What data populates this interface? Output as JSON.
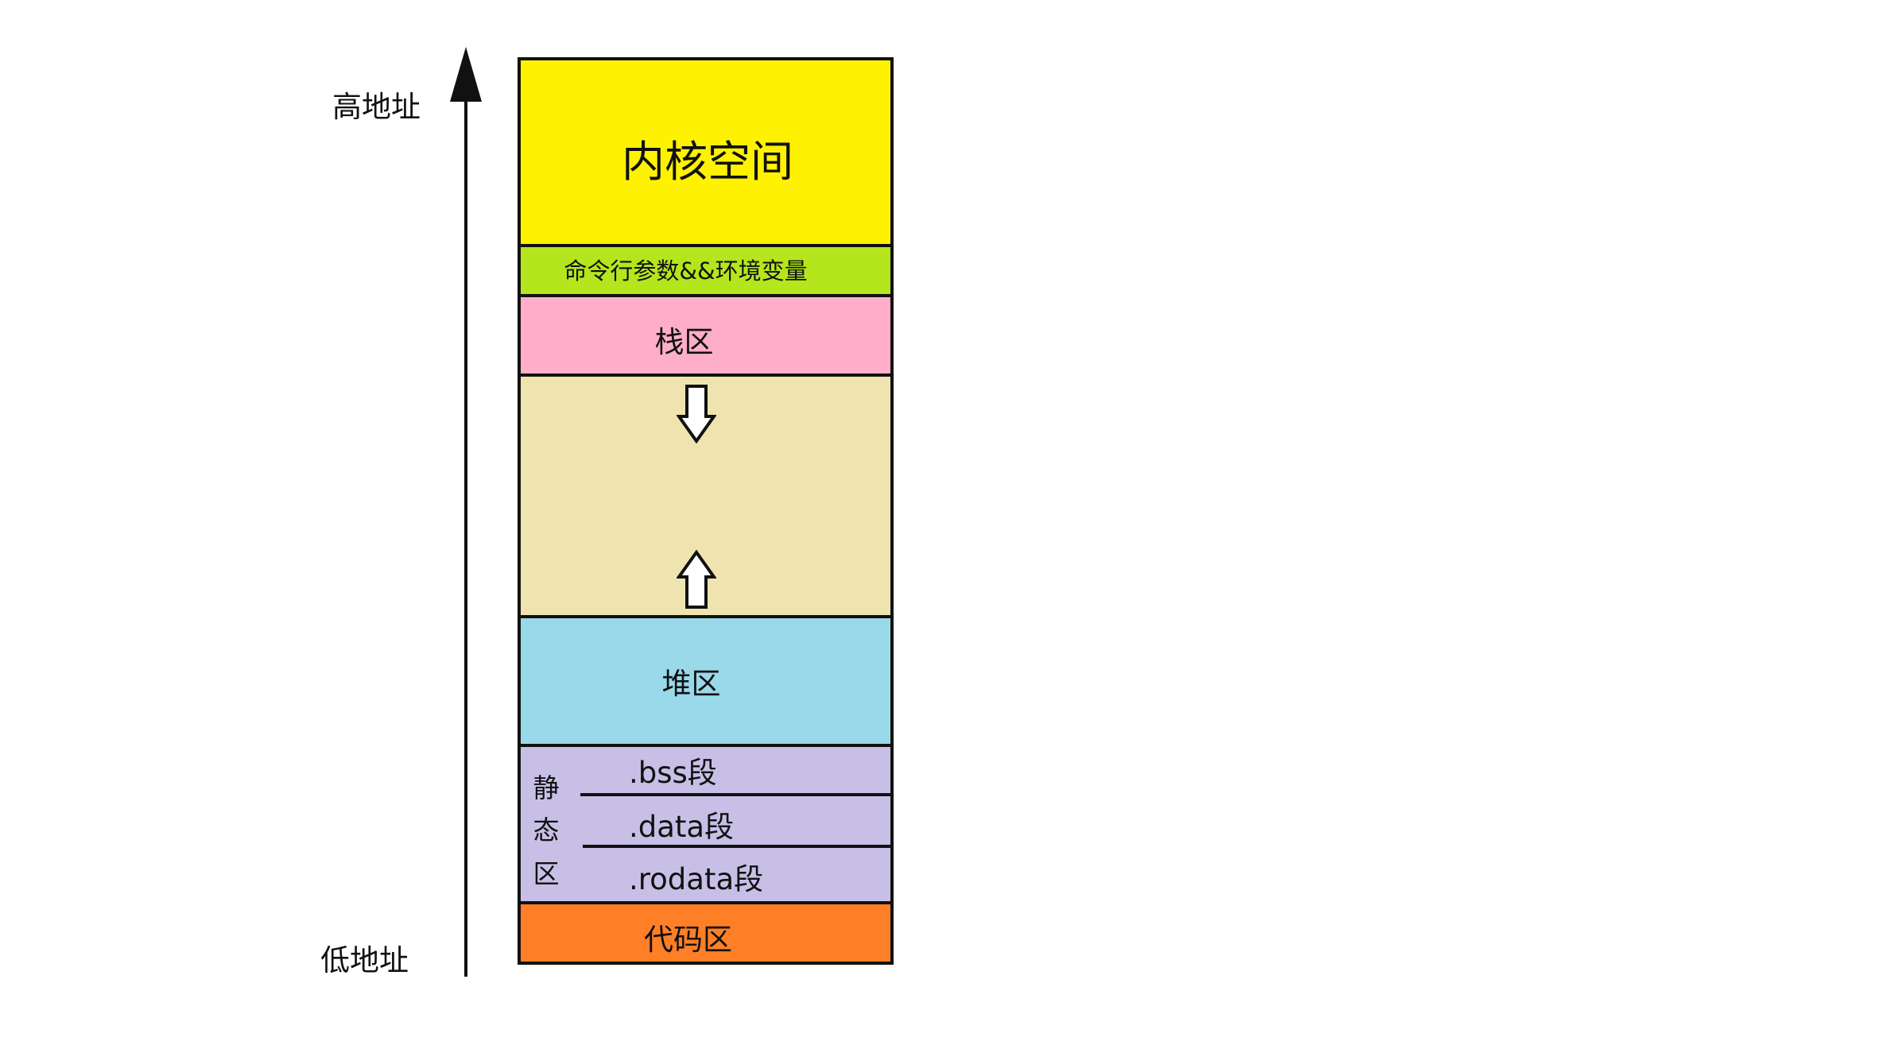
{
  "axis": {
    "high_label": "高地址",
    "low_label": "低地址"
  },
  "segments": {
    "kernel": "内核空间",
    "args_env": "命令行参数&&环境变量",
    "stack": "栈区",
    "heap": "堆区",
    "static": {
      "label_chars": [
        "静",
        "态",
        "区"
      ],
      "bss": ".bss段",
      "data": ".data段",
      "rodata": ".rodata段"
    },
    "code": "代码区"
  },
  "colors": {
    "kernel": "#fef200",
    "args_env": "#b5e61d",
    "stack": "#ffaec9",
    "gap": "#efe4b0",
    "heap": "#99d9ea",
    "static": "#c8bfe7",
    "code": "#ff7f27"
  }
}
